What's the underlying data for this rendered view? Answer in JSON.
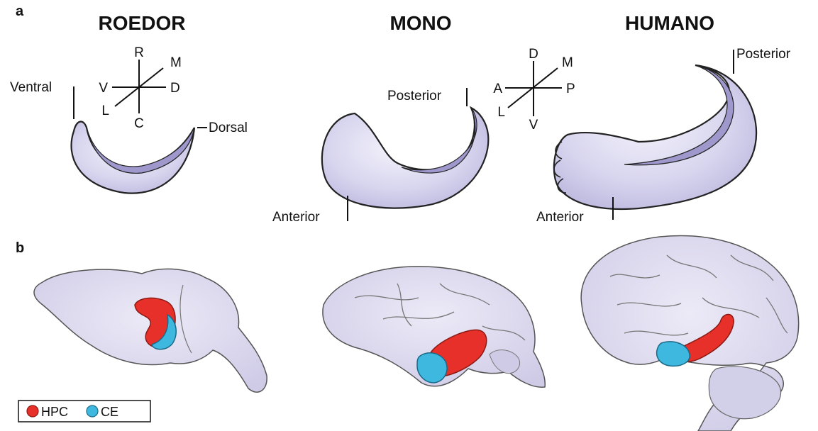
{
  "panel_a": {
    "letter": "a",
    "species": {
      "rodent": "ROEDOR",
      "monkey": "MONO",
      "human": "HUMANO"
    },
    "rodent_axes": {
      "top": "R",
      "topright": "M",
      "left": "V",
      "right": "D",
      "bottomleft": "L",
      "bottom": "C"
    },
    "rodent_labels": {
      "ventral": "Ventral",
      "dorsal": "Dorsal"
    },
    "monkey_labels": {
      "posterior": "Posterior",
      "anterior": "Anterior"
    },
    "human_axes": {
      "top": "D",
      "topright": "M",
      "left": "A",
      "right": "P",
      "bottomleft": "L",
      "bottom": "V"
    },
    "human_labels": {
      "posterior": "Posterior",
      "anterior": "Anterior"
    }
  },
  "panel_b": {
    "letter": "b",
    "legend": [
      {
        "label": "HPC",
        "color": "#e8302a"
      },
      {
        "label": "CE",
        "color": "#3fb8e0"
      }
    ]
  },
  "colors": {
    "tissue": "#cfcbe9",
    "tissue_dark": "#9d97cc",
    "outline": "#222222"
  }
}
